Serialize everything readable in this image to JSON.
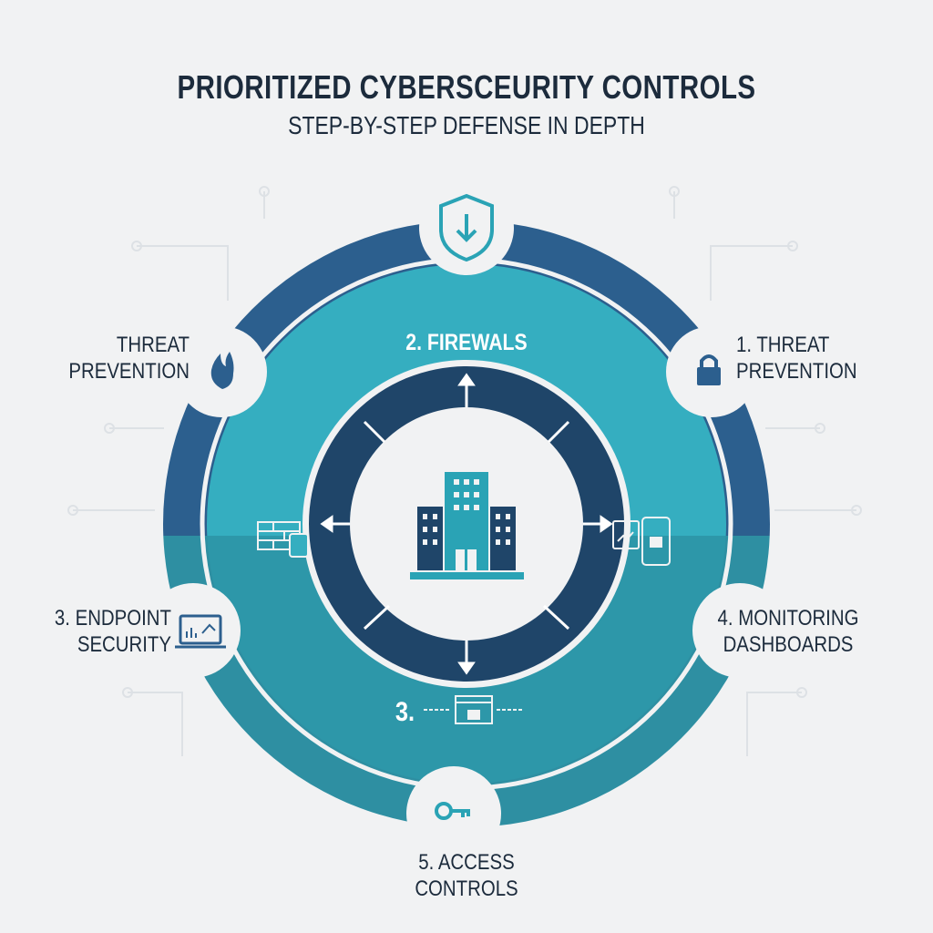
{
  "header": {
    "title": "PRIORITIZED CYBERSCEURITY CONTROLS",
    "subtitle": "STEP-BY-STEP DEFENSE IN DEPTH"
  },
  "outer_labels": {
    "top_left": [
      "THREAT",
      "PREVENTION"
    ],
    "top_right": [
      "1. THREAT",
      "PREVENTION"
    ],
    "bottom_left": [
      "3. ENDPOINT",
      "SECURITY"
    ],
    "bottom_right": [
      "4. MONITORING",
      "DASHBOARDS"
    ],
    "bottom": [
      "5. ACCESS",
      "CONTROLS"
    ]
  },
  "inner_labels": {
    "top": "2. FIREWALS",
    "bottom": "3."
  },
  "colors": {
    "outer_top": "#2c5f8e",
    "outer_bottom": "#2e8fa2",
    "middle_top": "#35aec0",
    "middle_bottom": "#2d97a9",
    "inner": "#1f4569",
    "text": "#1c2b3c"
  }
}
